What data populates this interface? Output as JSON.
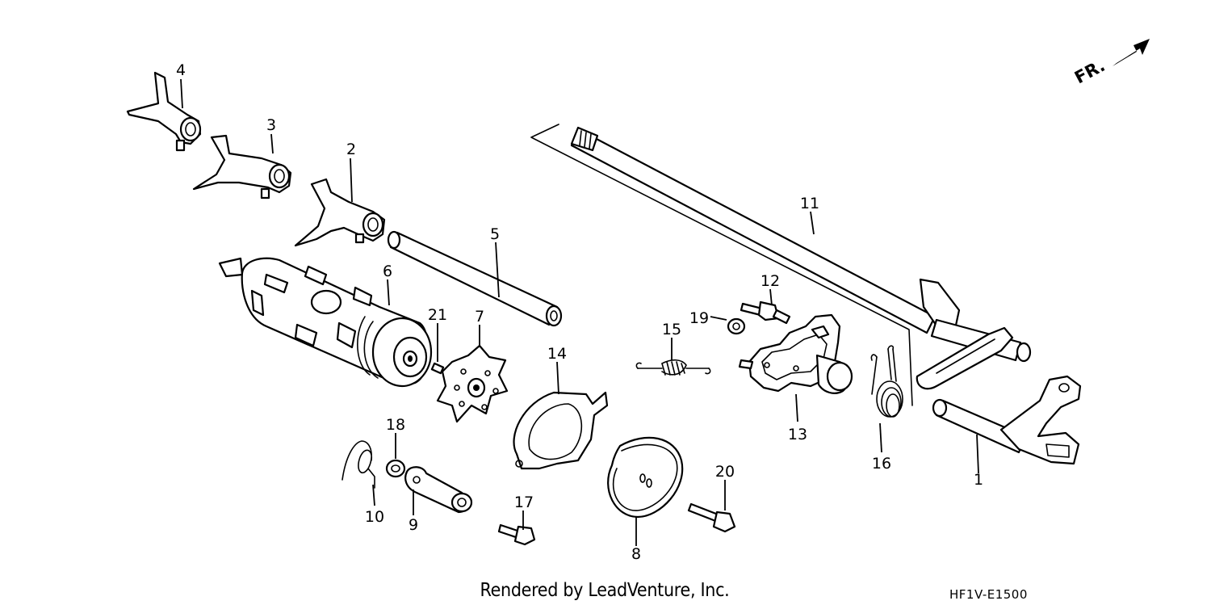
{
  "colors": {
    "ink": "#000000",
    "paper": "#ffffff"
  },
  "front_indicator": {
    "label": "FR.",
    "icon": "arrow-right-icon"
  },
  "callouts": {
    "c1": "1",
    "c2": "2",
    "c3": "3",
    "c4": "4",
    "c5": "5",
    "c6": "6",
    "c7": "7",
    "c8": "8",
    "c9": "9",
    "c10": "10",
    "c11": "11",
    "c12": "12",
    "c13": "13",
    "c14": "14",
    "c15": "15",
    "c16": "16",
    "c17": "17",
    "c18": "18",
    "c19": "19",
    "c20": "20",
    "c21": "21"
  },
  "footer": {
    "credit": "Rendered by LeadVenture, Inc.",
    "diagram_code": "HF1V-E1500"
  }
}
